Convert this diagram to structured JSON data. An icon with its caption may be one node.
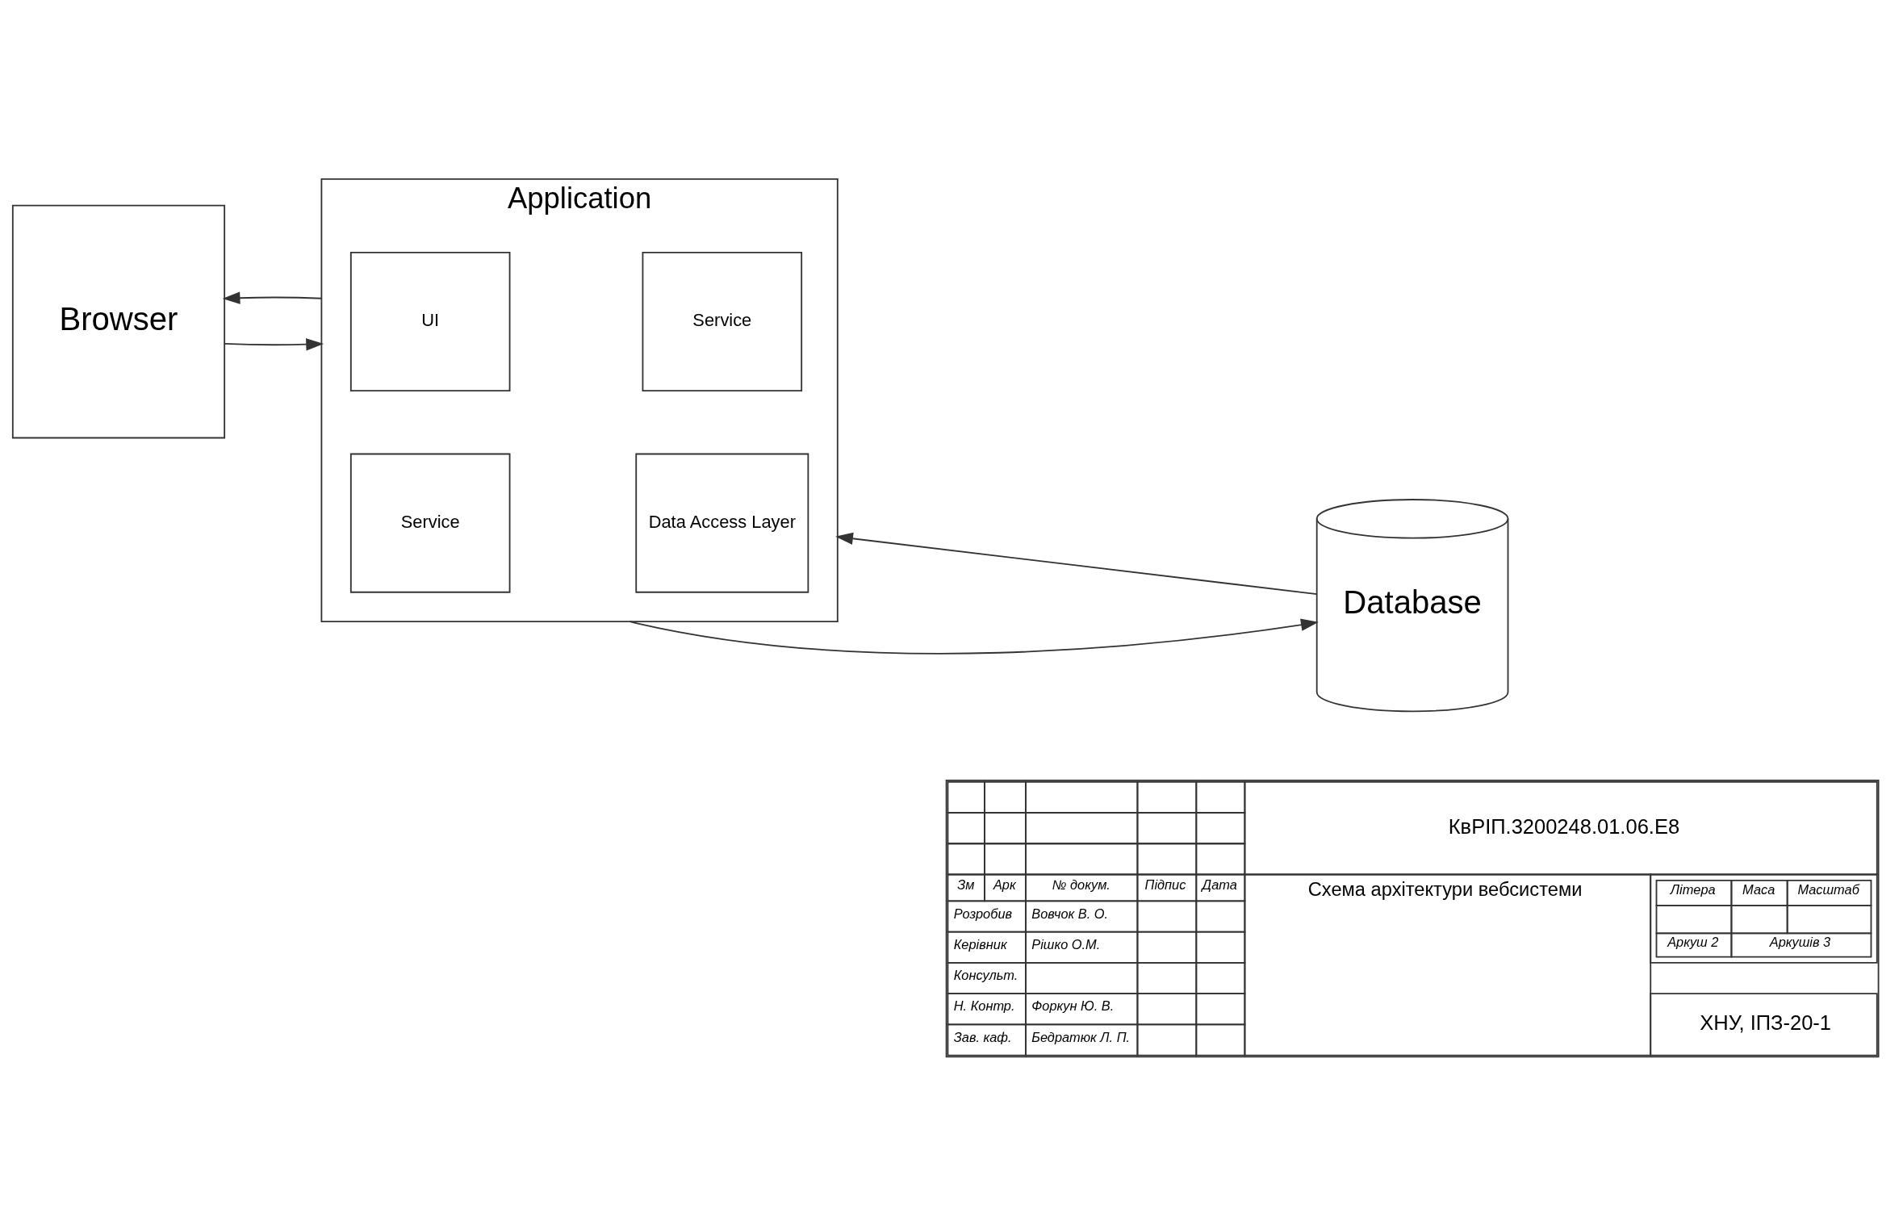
{
  "diagram": {
    "nodes": [
      {
        "text": [
          "Browser"
        ]
      },
      {
        "text": [
          "Application"
        ]
      },
      {
        "text": [
          "UI"
        ],
        "in": 1
      },
      {
        "text": [
          "Service"
        ],
        "in": 1
      },
      {
        "text": [
          "Service"
        ],
        "in": 1
      },
      {
        "text": [
          "Data Access Layer"
        ],
        "in": 1
      },
      {
        "text": [
          "Database"
        ]
      }
    ],
    "edges": [
      {
        "from": 0,
        "to": 1,
        "arrow": "to"
      },
      {
        "from": 1,
        "to": 0,
        "arrow": "to"
      },
      {
        "from": 1,
        "to": 6,
        "arrow": "to"
      },
      {
        "from": 6,
        "to": 1,
        "arrow": "to"
      }
    ],
    "labels": [
      "КвРІП.3200248.01.06.Е8",
      "Схема архітектури вебсистеми",
      "ХНУ, ІПЗ-20-1",
      "Зм",
      "Арк",
      "№ докум.",
      "Підпис",
      "Дата",
      "Розробив",
      "Вовчок В. О.",
      "Керівник",
      "Рішко О.М.",
      "Консульт.",
      "Н. Контр.",
      "Форкун Ю. В.",
      "Зав. каф.",
      "Бедратюк Л. П.",
      "Літера",
      "Маса",
      "Масштаб",
      "Аркуш 2",
      "Аркушів 3"
    ]
  }
}
